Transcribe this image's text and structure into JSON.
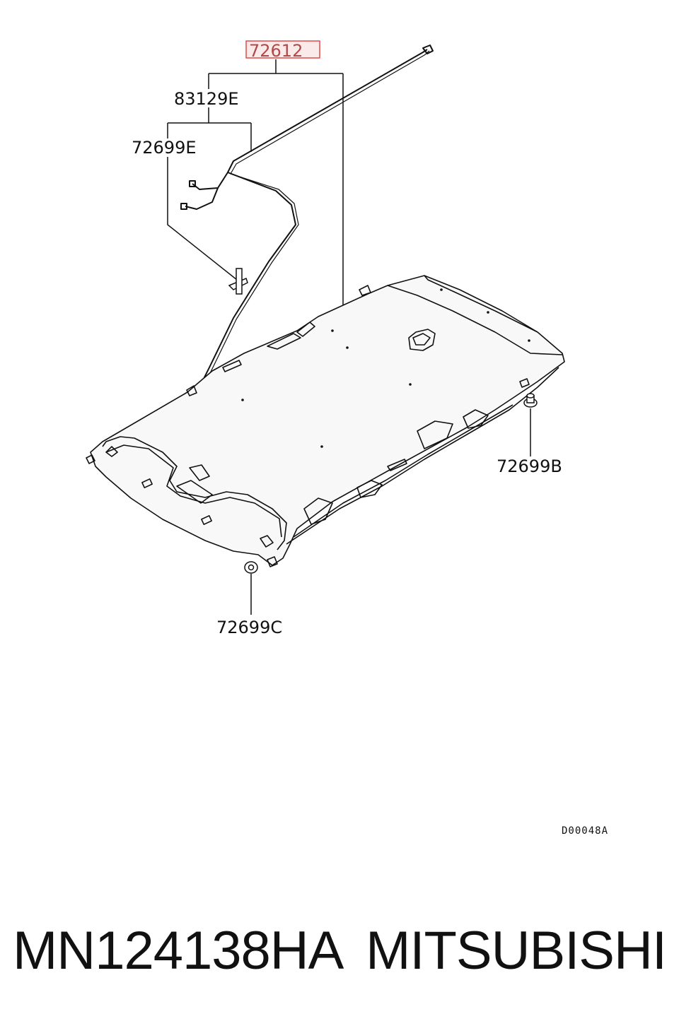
{
  "callouts": {
    "main_part": "72612",
    "sub_group": "83129E",
    "clip_e": "72699E",
    "clip_b": "72699B",
    "clip_c": "72699C"
  },
  "drawing_code": "D00048A",
  "footer": {
    "part_number": "MN124138HA",
    "brand": "MITSUBISHI"
  },
  "colors": {
    "highlight_box": "#e04a4a",
    "highlight_fill": "#fbeaea",
    "line": "#111111"
  }
}
